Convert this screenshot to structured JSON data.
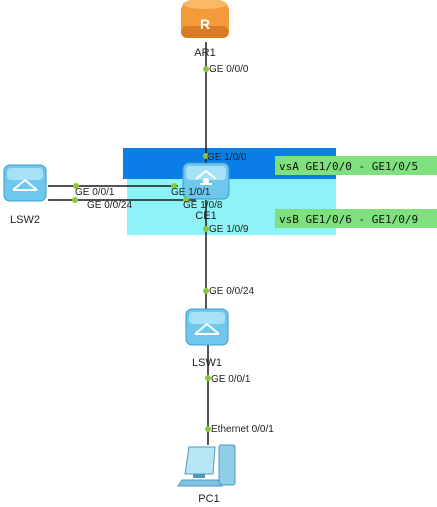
{
  "devices": {
    "ar1": "AR1",
    "ce1": "CE1",
    "lsw2": "LSW2",
    "lsw1": "LSW1",
    "pc1": "PC1",
    "router_glyph": "R"
  },
  "ports": {
    "ar1_ge000": "GE 0/0/0",
    "ce1_ge100": "GE 1/0/0",
    "ce1_ge101": "GE 1/0/1",
    "ce1_ge108": "GE 1/0/8",
    "ce1_ge109": "GE 1/0/9",
    "lsw2_ge001": "GE 0/0/1",
    "lsw2_ge0024": "GE 0/0/24",
    "lsw1_ge0024": "GE 0/0/24",
    "lsw1_ge001": "GE 0/0/1",
    "pc1_eth001": "Ethernet 0/0/1"
  },
  "virtual_systems": {
    "vsa": "vsA GE1/0/0 - GE1/0/5",
    "vsb": "vsB GE1/0/6 - GE1/0/9"
  },
  "colors": {
    "vsa_region": "#0a7ee6",
    "vsb_region": "#8ef3f7",
    "label_box": "#7fe07f",
    "link": "#1a1a1a",
    "port_dot": "#8cc63f",
    "router": "#f39a3a",
    "switch": "#6ec8ee"
  },
  "icons": {
    "router": "router-icon",
    "core_switch": "core-switch-icon",
    "switch": "switch-icon",
    "pc": "pc-icon"
  }
}
